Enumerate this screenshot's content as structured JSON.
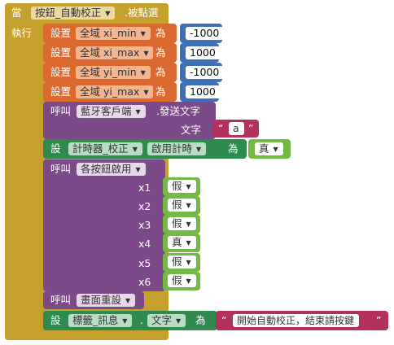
{
  "event": {
    "when": "當",
    "component": "按鈕_自動校正",
    "event_name": ".被點選",
    "do": "執行"
  },
  "set_label": "設置",
  "to": "為",
  "globals": [
    {
      "name": "全域 xi_min",
      "value": "-1000"
    },
    {
      "name": "全域 xi_max",
      "value": "1000"
    },
    {
      "name": "全域 yi_min",
      "value": "-1000"
    },
    {
      "name": "全域 yi_max",
      "value": "1000"
    }
  ],
  "bt_call": {
    "call": "呼叫",
    "component": "藍牙客戶端",
    "method": ".發送文字",
    "param": "文字",
    "quote_l": "“",
    "value": "a",
    "quote_r": "”"
  },
  "timer_set": {
    "set": "設",
    "component": "計時器_校正",
    "property": "啟用計時",
    "to": "為",
    "value": "真"
  },
  "buttons_call": {
    "call": "呼叫",
    "procedure": "各按鈕啟用",
    "args": [
      {
        "name": "x1",
        "value": "假"
      },
      {
        "name": "x2",
        "value": "假"
      },
      {
        "name": "x3",
        "value": "假"
      },
      {
        "name": "x4",
        "value": "真"
      },
      {
        "name": "x5",
        "value": "假"
      },
      {
        "name": "x6",
        "value": "假"
      }
    ]
  },
  "reset_call": {
    "call": "呼叫",
    "procedure": "畫面重設"
  },
  "label_set": {
    "set": "設",
    "component": "標籤_訊息",
    "property": "文字",
    "to": "為",
    "quote_l": "“",
    "value": "開始自動校正，結束請按鍵",
    "quote_r": "”"
  },
  "colors": {
    "event": "#c6a02c",
    "variable": "#db6930",
    "math": "#3f6fb6",
    "procedure": "#7c4a89",
    "text": "#b3315a",
    "component": "#2f8a4e",
    "logic": "#72ba44"
  }
}
